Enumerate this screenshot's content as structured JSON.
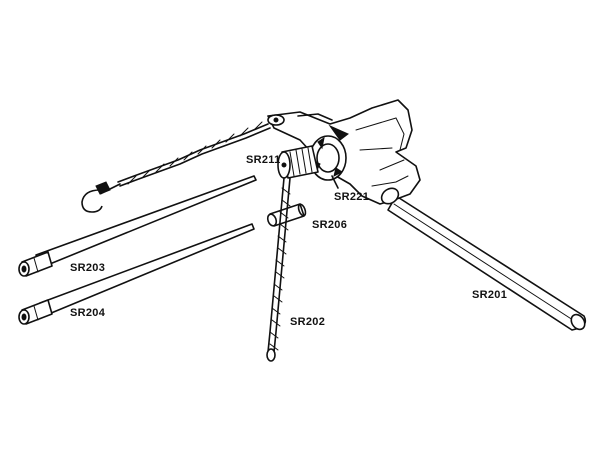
{
  "labels": {
    "sr201": "SR201",
    "sr202": "SR202",
    "sr203": "SR203",
    "sr204": "SR204",
    "sr206": "SR206",
    "sr211": "SR211",
    "sr221": "SR221"
  },
  "colors": {
    "ink": "#111111",
    "paper": "#ffffff"
  }
}
